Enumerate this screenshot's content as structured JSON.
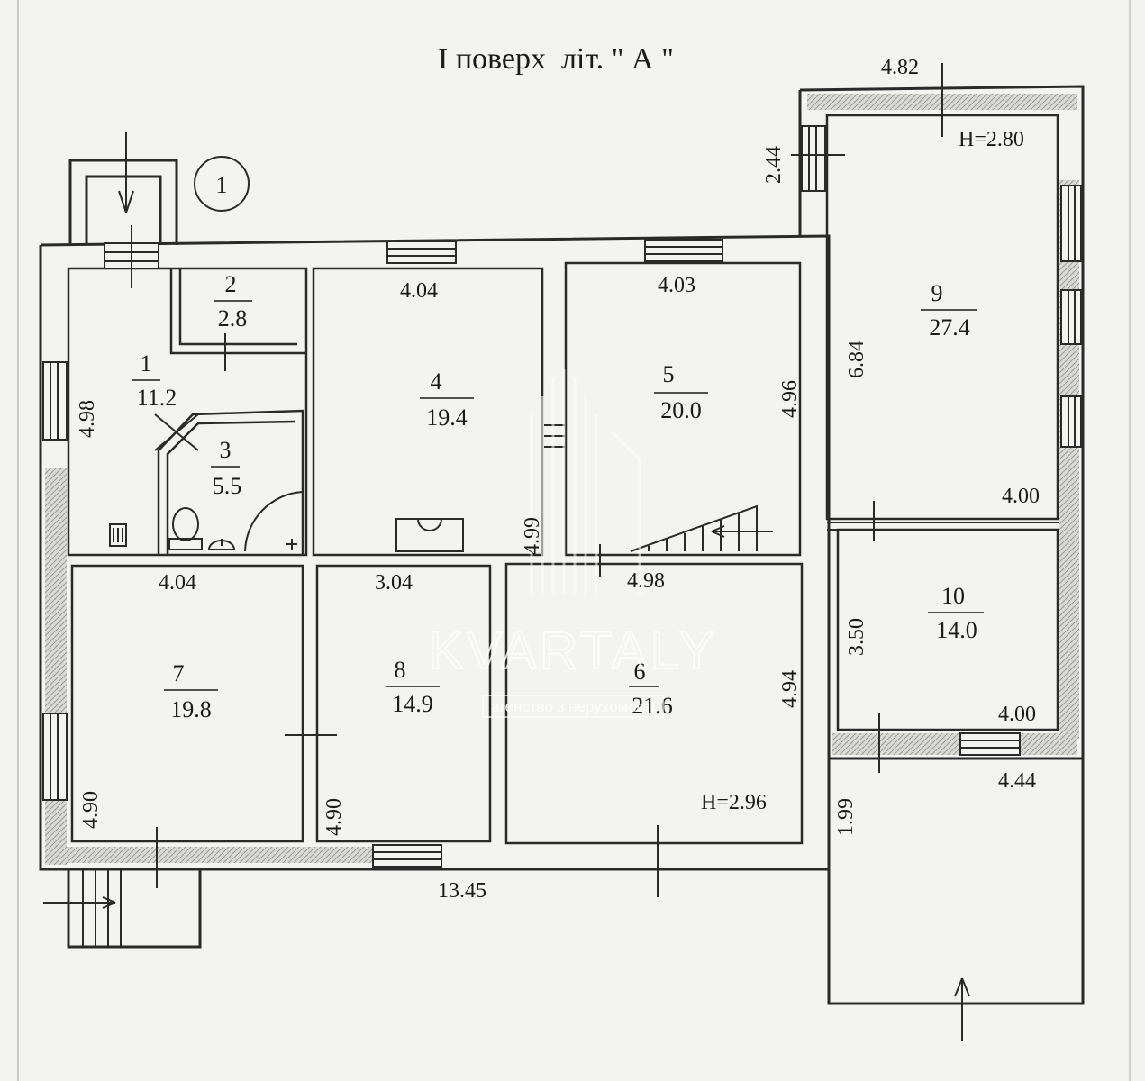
{
  "title": "I поверх  літ. \" А \"",
  "circle_label": "1",
  "rooms": [
    {
      "num": "1",
      "area": "11.2"
    },
    {
      "num": "2",
      "area": "2.8"
    },
    {
      "num": "3",
      "area": "5.5"
    },
    {
      "num": "4",
      "area": "19.4"
    },
    {
      "num": "5",
      "area": "20.0"
    },
    {
      "num": "6",
      "area": "21.6"
    },
    {
      "num": "7",
      "area": "19.8"
    },
    {
      "num": "8",
      "area": "14.9"
    },
    {
      "num": "9",
      "area": "27.4"
    },
    {
      "num": "10",
      "area": "14.0"
    }
  ],
  "dimensions": {
    "d_482": "4.82",
    "d_244": "2.44",
    "h_280": "H=2.80",
    "d_404_top": "4.04",
    "d_403": "4.03",
    "d_498_left": "4.98",
    "d_496": "4.96",
    "d_684": "6.84",
    "d_400_a": "4.00",
    "d_404_mid": "4.04",
    "d_304": "3.04",
    "d_498_mid": "4.98",
    "d_499": "4.99",
    "d_350": "3.50",
    "d_494": "4.94",
    "d_400_b": "4.00",
    "d_444": "4.44",
    "d_490_a": "4.90",
    "d_490_b": "4.90",
    "h_296": "H=2.96",
    "d_199": "1.99",
    "d_1345": "13.45"
  },
  "watermark": {
    "brand": "KVARTALY",
    "tagline": "агенство з нерухомості"
  }
}
